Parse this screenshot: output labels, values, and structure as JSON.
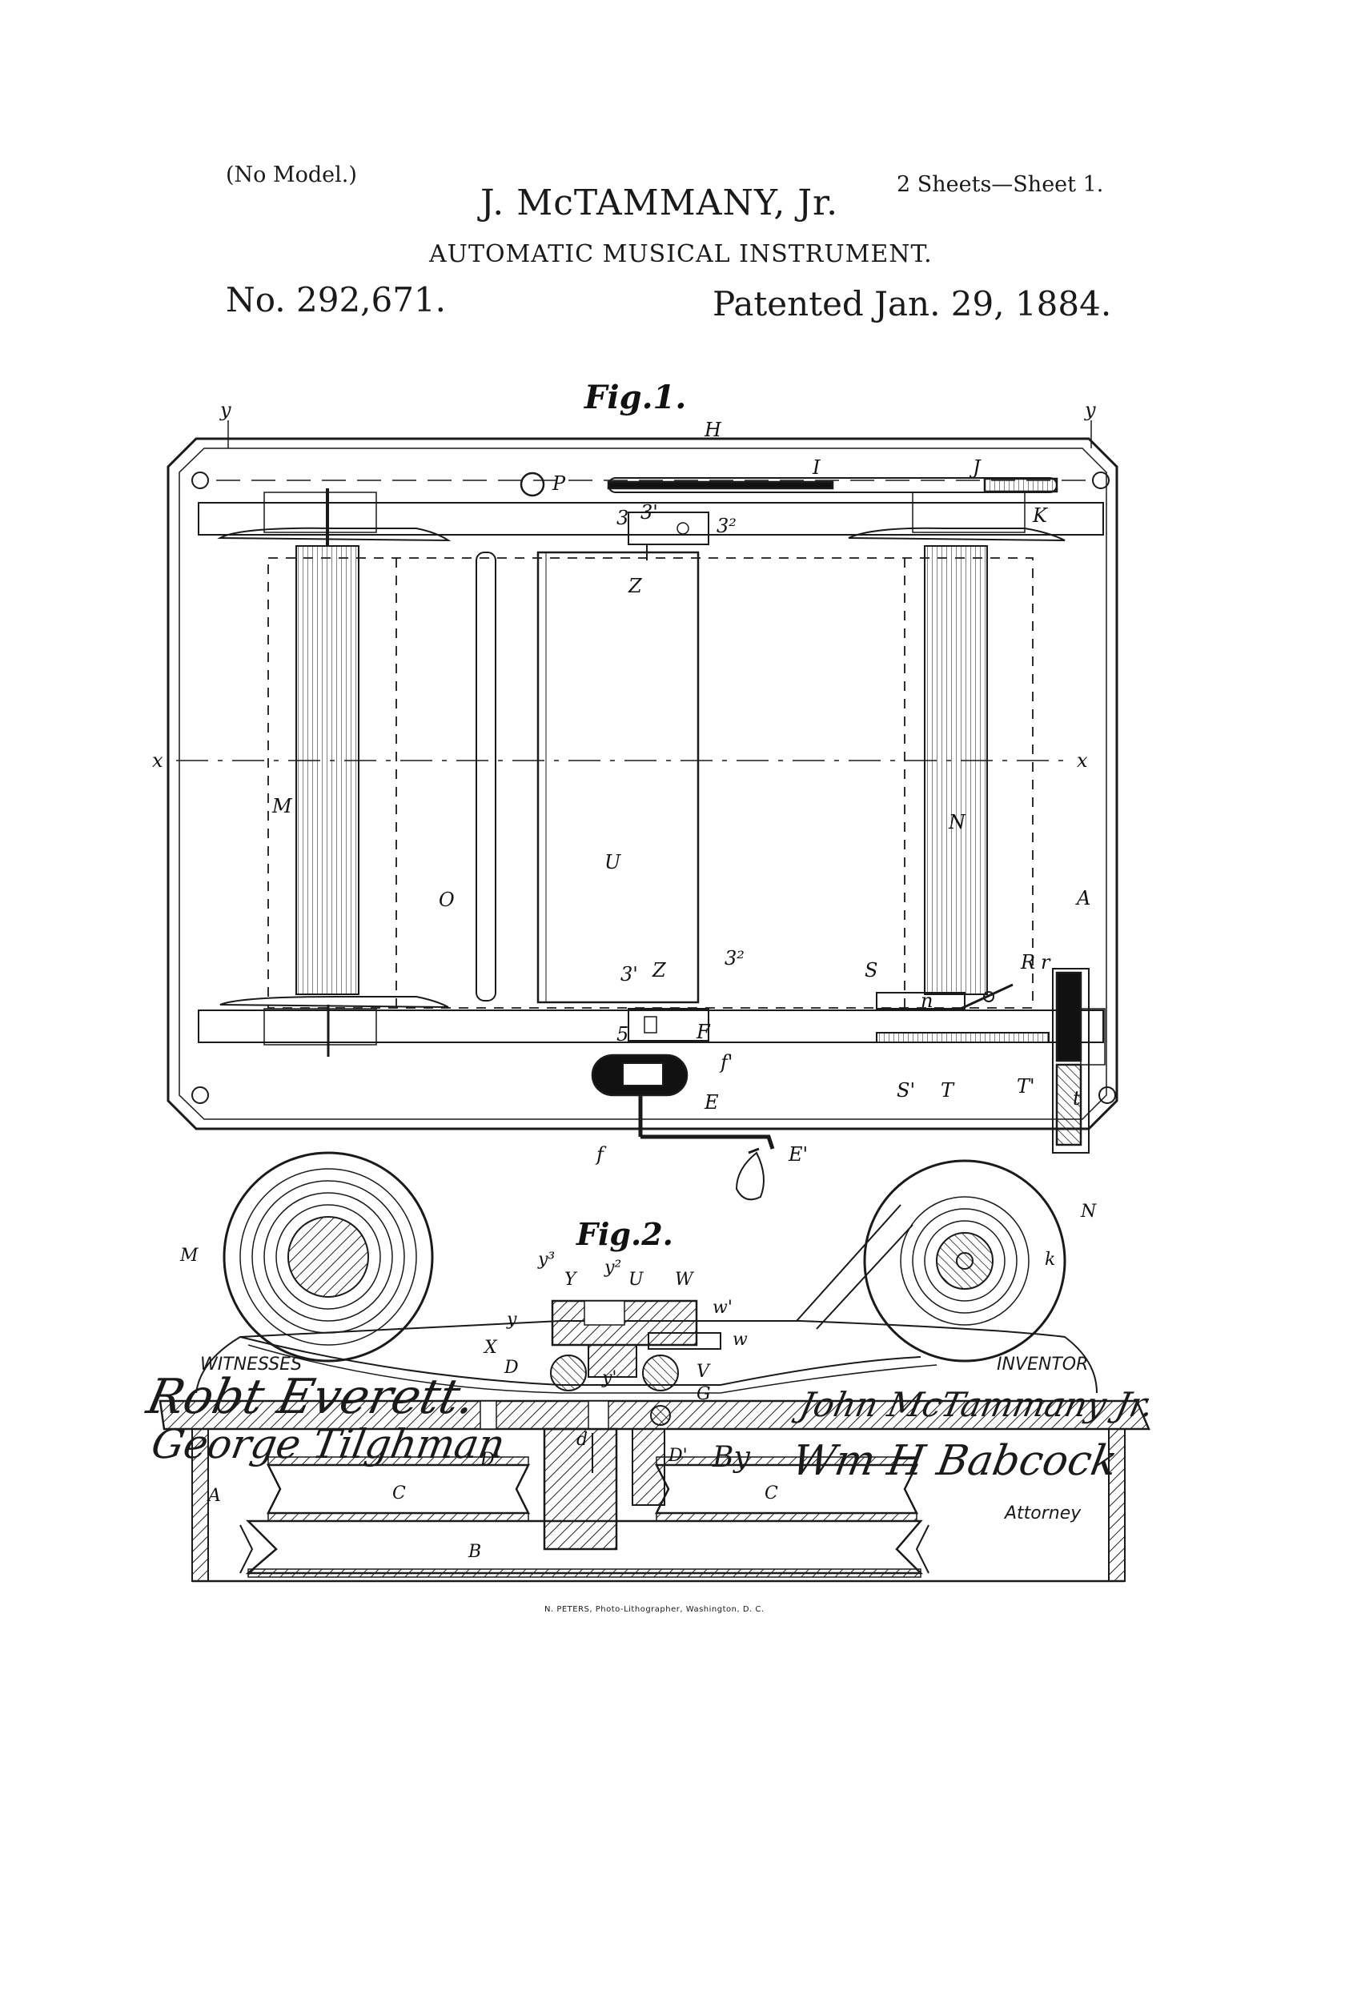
{
  "header": {
    "no_model": "(No Model.)",
    "sheets": "2 Sheets—Sheet 1.",
    "inventor_name": "J. McTAMMANY, Jr.",
    "title": "AUTOMATIC MUSICAL INSTRUMENT.",
    "patent_number": "No. 292,671.",
    "patented_date": "Patented Jan. 29, 1884."
  },
  "figures": {
    "fig1_label": "Fig.1.",
    "fig2_label": "Fig.2.",
    "fig1_labels": {
      "y_left": "y",
      "y_right": "y",
      "H": "H",
      "I": "I",
      "J": "J",
      "K": "K",
      "P": "P",
      "z3": "3",
      "z3p": "3'",
      "z2": "3²",
      "Z_top": "Z",
      "x_left": "x",
      "x_right": "x",
      "M": "M",
      "N": "N",
      "O": "O",
      "U": "U",
      "A": "A",
      "z1_bot": "3'",
      "Z_bot": "Z",
      "z2_bot": "3²",
      "S": "S",
      "R": "R",
      "r": "r",
      "n": "n",
      "t1": "t",
      "t2": "t",
      "F": "F",
      "f5": "5",
      "f1": "f'",
      "E": "E",
      "f": "f",
      "S1": "S'",
      "T": "T",
      "T1": "T'",
      "E1": "E'"
    },
    "fig2_labels": {
      "M": "M",
      "N": "N",
      "k": "k",
      "y3": "y³",
      "Y": "Y",
      "y2": "y²",
      "U": "U",
      "W": "W",
      "w1": "w'",
      "y": "y",
      "X": "X",
      "w": "w",
      "D": "D",
      "V": "V",
      "y1": "y'",
      "G": "G",
      "d": "d",
      "D1": "D'",
      "D2": "D'",
      "C1": "C",
      "C2": "C",
      "A": "A",
      "B": "B"
    }
  },
  "signatures": {
    "witnesses_heading": "WITNESSES",
    "witness_1": "Robt Everett.",
    "witness_2": "George Tilghman",
    "inventor_heading": "INVENTOR",
    "inventor_signature": "John McTammany Jr.",
    "by_label": "By",
    "attorney_signature": "Wm H Babcock",
    "attorney_heading": "Attorney"
  },
  "footer": {
    "printer": "N. PETERS, Photo-Lithographer, Washington, D. C."
  }
}
